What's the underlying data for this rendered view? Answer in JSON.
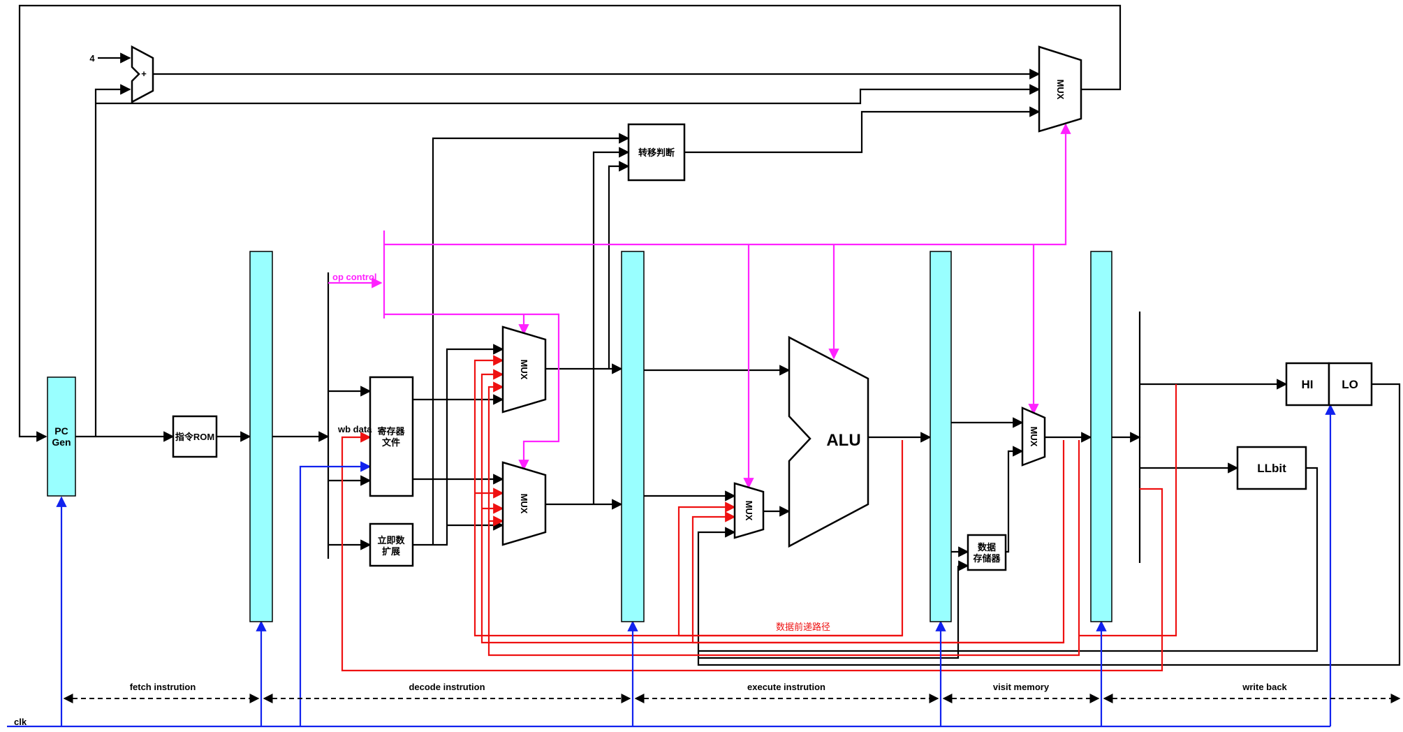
{
  "colors": {
    "pipeline_register": "#99ffff",
    "control_signal": "#ff22ff",
    "forwarding_path": "#ee1111",
    "clock": "#1122ee",
    "wire": "#000000"
  },
  "blocks": {
    "pc_gen_line1": "PC",
    "pc_gen_line2": "Gen",
    "instr_rom": "指令ROM",
    "regfile_line1": "寄存器",
    "regfile_line2": "文件",
    "imm_ext_line1": "立即数",
    "imm_ext_line2": "扩展",
    "branch": "转移判断",
    "alu": "ALU",
    "data_mem_line1": "数据",
    "data_mem_line2": "存储器",
    "hi": "HI",
    "lo": "LO",
    "llbit": "LLbit",
    "mux": "MUX",
    "adder": "+"
  },
  "labels": {
    "const_four": "4",
    "op_control": "op control",
    "wb_data": "wb data",
    "forwarding": "数据前递路径",
    "clk": "clk"
  },
  "stages": [
    {
      "label": "fetch instrution"
    },
    {
      "label": "decode instrution"
    },
    {
      "label": "execute instrution"
    },
    {
      "label": "visit memory"
    },
    {
      "label": "write back"
    }
  ]
}
